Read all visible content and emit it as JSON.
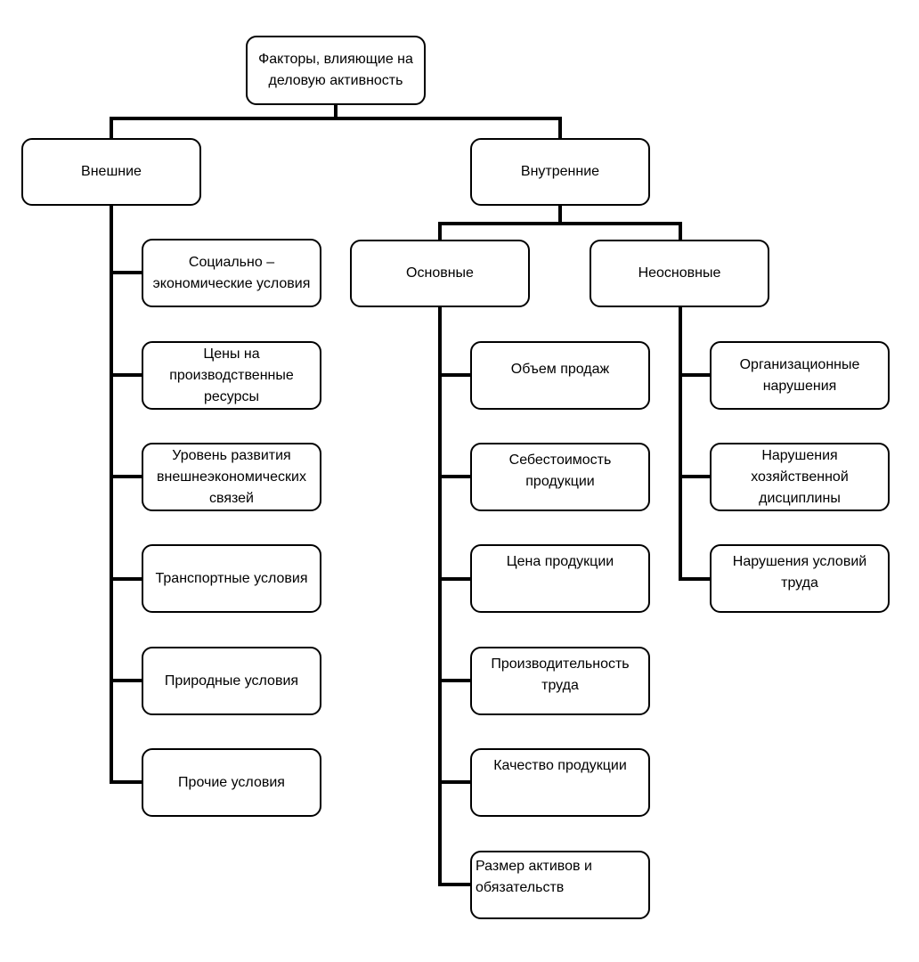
{
  "diagram": {
    "root": "Факторы, влияющие на\nделовую активность",
    "external": {
      "label": "Внешние",
      "items": [
        "Социально –\nэкономические условия",
        "Цены на\nпроизводственные\nресурсы",
        "Уровень развития\nвнешнеэкономических\nсвязей",
        "Транспортные условия",
        "Природные условия",
        "Прочие условия"
      ]
    },
    "internal": {
      "label": "Внутренние",
      "main": {
        "label": "Основные",
        "items": [
          "Объем продаж",
          "Себестоимость\nпродукции",
          "Цена продукции",
          "Производительность\nтруда",
          "Качество продукции",
          "Размер активов и\nобязательств"
        ]
      },
      "secondary": {
        "label": "Неосновные",
        "items": [
          "Организационные\nнарушения",
          "Нарушения\nхозяйственной\nдисциплины",
          "Нарушения условий\nтруда"
        ]
      }
    }
  }
}
